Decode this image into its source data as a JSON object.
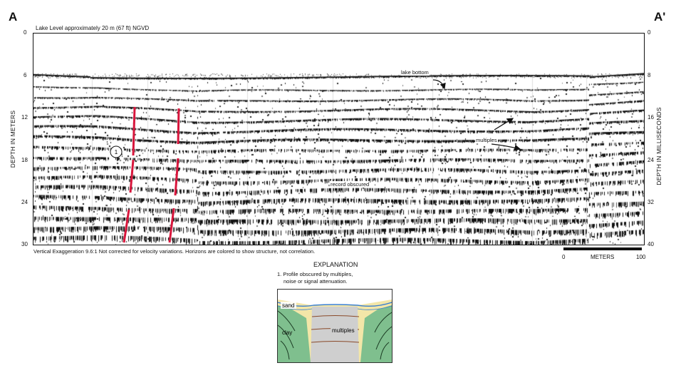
{
  "header": {
    "left_label": "A",
    "right_label": "A'",
    "lake_level": "Lake Level   approximately 20 m (67 ft) NGVD"
  },
  "axes": {
    "left_title": "DEPTH IN METERS",
    "right_title": "DEPTH IN MILLISECONDS",
    "left_ticks": [
      "0",
      "6",
      "12",
      "18",
      "24",
      "30"
    ],
    "right_ticks": [
      "0",
      "8",
      "16",
      "24",
      "32",
      "40"
    ]
  },
  "annotations": {
    "lake_bottom": "lake bottom",
    "multiples": "multiples",
    "record_obscured": "record obscured",
    "marker_1": "1"
  },
  "footer": {
    "note": "Vertical Exaggeration 9.6:1     Not corrected for velocity variations.     Horizons are colored to show structure, not correlation.",
    "scale_start": "0",
    "scale_unit": "METERS",
    "scale_end": "100"
  },
  "explanation": {
    "title": "EXPLANATION",
    "item_1_line1": "1. Profile obscured by multiples,",
    "item_1_line2": "noise or signal attenuation.",
    "legend_sand": "sand",
    "legend_clay": "clay",
    "legend_multiples": "multiples"
  },
  "colors": {
    "fault_red": "#d8163c",
    "sand": "#f3e6a8",
    "clay": "#7fbf8e",
    "water_line": "#3a7fd0",
    "multiples_fill": "#cfcfcf",
    "horizon_brown": "#8a4a2a"
  }
}
